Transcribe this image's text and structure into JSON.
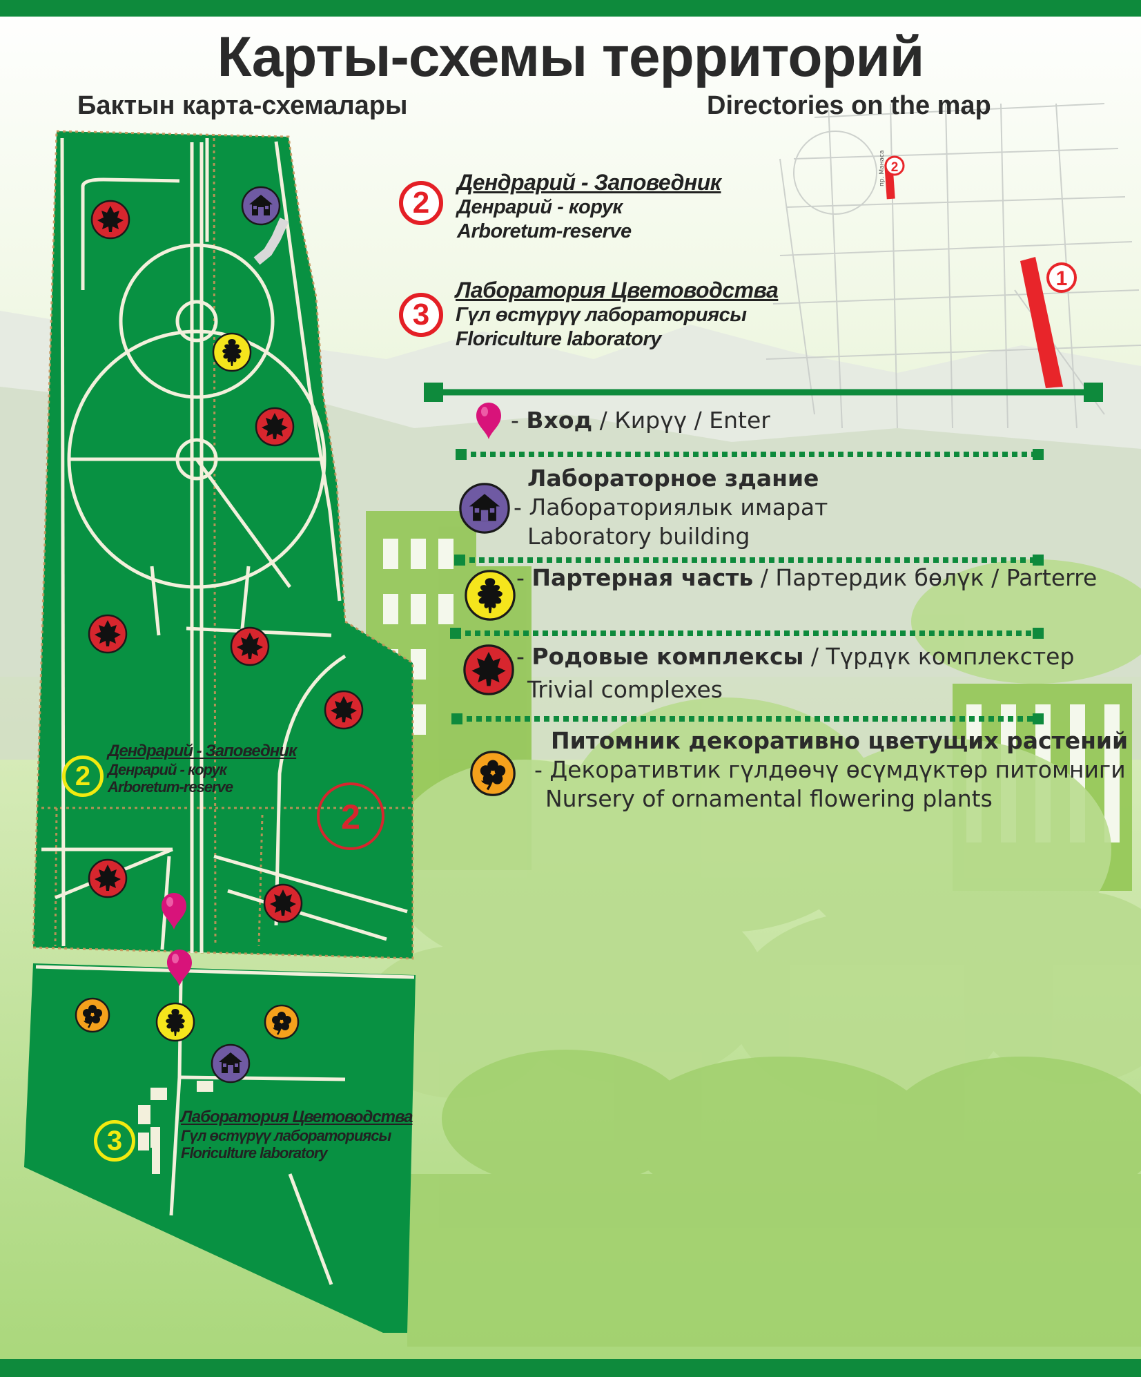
{
  "title": "Карты-схемы территорий",
  "subtitle_left": "Бактын карта-схемалары",
  "subtitle_right": "Directories on the map",
  "directories": [
    {
      "number": "2",
      "heading": "Дендрарий - Заповедник",
      "line1": "Денрарий - корук",
      "line2": "Arboretum-reserve"
    },
    {
      "number": "3",
      "heading": "Лаборатория Цветоводства",
      "line1": "Гүл өстүрүү лабораториясы",
      "line2": "Floriculture laboratory"
    }
  ],
  "inset_map": {
    "marker_1": "1",
    "marker_2": "2",
    "street_label": "пр. Манаса"
  },
  "legend": {
    "enter": {
      "bold": "Вход",
      "rest": " / Кирүү / Enter",
      "prefix": "- "
    },
    "lab_building": {
      "line1": "Лабораторное здание",
      "line2": "- Лабораториялык имарат",
      "line3": "Laboratory  building"
    },
    "parterre": {
      "prefix": "- ",
      "bold": "Партерная часть",
      "rest": " / Партердик бөлүк / Parterre"
    },
    "complexes": {
      "prefix": "- ",
      "bold": "Родовые комплексы",
      "rest": " / Түрдүк комплекстер",
      "line2": "Trivial complexes"
    },
    "nursery": {
      "line1": "Питомник декоративно цветущих растений",
      "line2": "- Декоративтик гүлдөөчү өсүмдүктөр питомниги",
      "line3": "Nursery of ornamental flowering plants"
    }
  },
  "map_labels": {
    "arboretum": {
      "number": "2",
      "heading": "Дендрарий - Заповедник",
      "line1": "Денрарий - корук",
      "line2": "Arboretum-reserve"
    },
    "floriculture": {
      "number": "3",
      "heading": "Лаборатория Цветоводства",
      "line1": "Гүл өстүрүү лабораториясы",
      "line2": "Floriculture laboratory"
    },
    "zone_number": "2"
  },
  "icons": {
    "complex": "maple-leaf-icon",
    "lab": "house-icon",
    "parterre": "oak-leaf-icon",
    "nursery": "flower-icon",
    "enter": "map-pin-icon"
  },
  "colors": {
    "park_green": "#089142",
    "frame_green": "#0e8a3c",
    "complex_red": "#d7262e",
    "lab_purple": "#6f5aa3",
    "parterre_yellow": "#f5e51c",
    "nursery_orange": "#f5a11c",
    "enter_pink": "#d8137a",
    "inset_red": "#e8252a",
    "dir_red": "#e41f26",
    "map_yellow": "#f2ea10"
  }
}
